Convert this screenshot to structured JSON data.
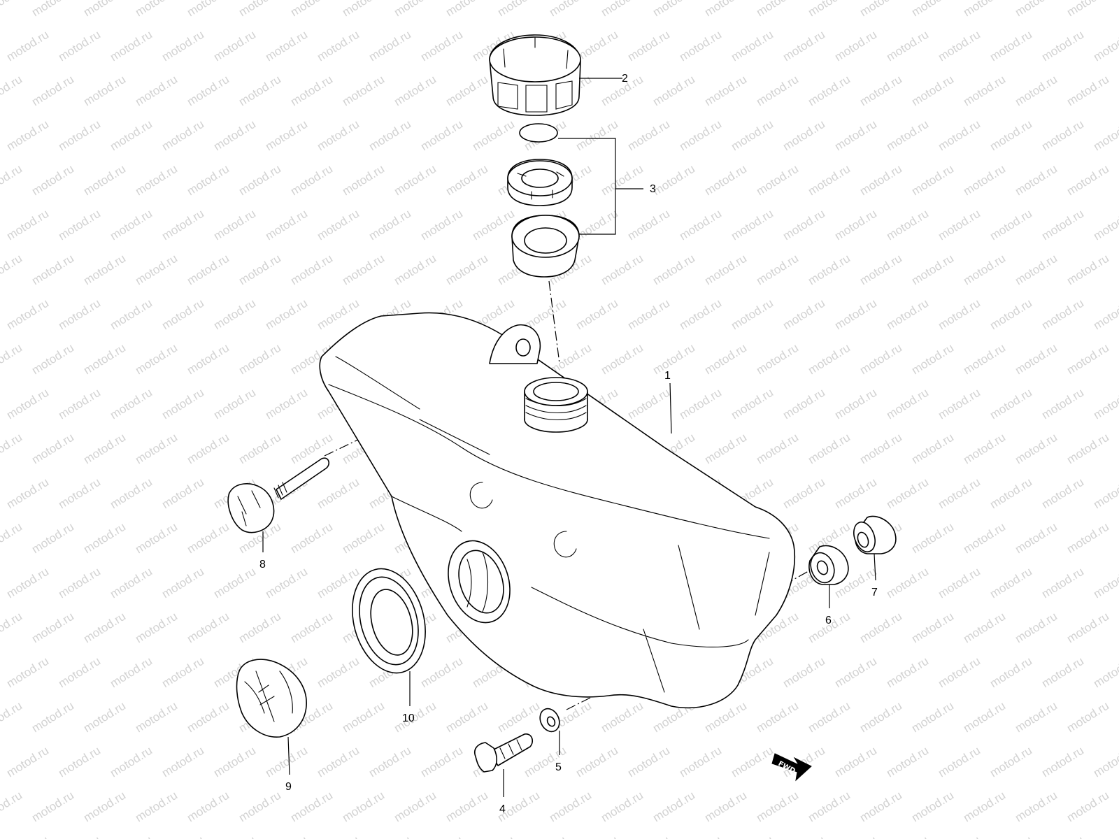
{
  "watermark": "motod.ru",
  "fwd_label": "FWD",
  "callouts": [
    "1",
    "2",
    "3",
    "4",
    "5",
    "6",
    "7",
    "8",
    "9",
    "10"
  ]
}
